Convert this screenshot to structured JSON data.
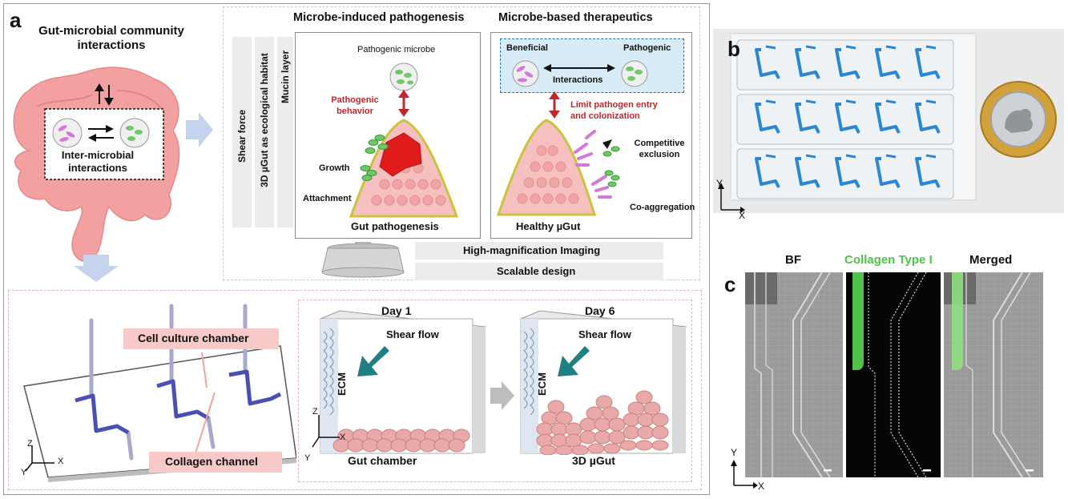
{
  "panel_a": {
    "letter": "a",
    "gut_title": "Gut-microbial community interactions",
    "inter_microbial": "Inter-microbial interactions",
    "sidebar_labels": [
      "Shear force",
      "3D µGut as ecological habitat",
      "Mucin layer"
    ],
    "pathogenesis": {
      "title": "Microbe-induced pathogenesis",
      "pathogenic_microbe": "Pathogenic microbe",
      "pathogenic_behavior": "Pathogenic behavior",
      "growth": "Growth",
      "attachment": "Attachment",
      "caption": "Gut pathogenesis"
    },
    "therapeutics": {
      "title": "Microbe-based therapeutics",
      "beneficial": "Beneficial",
      "pathogenic": "Pathogenic",
      "interactions": "Interactions",
      "limit_pathogen": "Limit pathogen entry and colonization",
      "competitive_exclusion": "Competitive exclusion",
      "co_aggregation": "Co-aggregation",
      "caption": "Healthy µGut"
    },
    "bars": [
      "High-magnification Imaging",
      "Scalable design"
    ],
    "device": {
      "cell_culture_chamber": "Cell culture chamber",
      "collagen_channel": "Collagen channel",
      "axes": {
        "z": "Z",
        "x": "X",
        "y": "Y"
      }
    },
    "chambers": [
      {
        "day": "Day 1",
        "shear": "Shear flow",
        "ecm": "ECM",
        "caption": "Gut chamber"
      },
      {
        "day": "Day 6",
        "shear": "Shear flow",
        "ecm": "ECM",
        "caption": "3D µGut"
      }
    ]
  },
  "panel_b": {
    "letter": "b",
    "axis_y": "Y",
    "axis_x": "X"
  },
  "panel_c": {
    "letter": "c",
    "labels": [
      "BF",
      "Collagen Type I",
      "Merged"
    ],
    "axis_y": "Y",
    "axis_x": "X"
  },
  "colors": {
    "gut": "#f2a0a0",
    "red_text": "#c0272d",
    "collagen_green": "#4ec24a",
    "device_blue": "#2b87d1",
    "chip_purple": "#4a4fb3"
  }
}
